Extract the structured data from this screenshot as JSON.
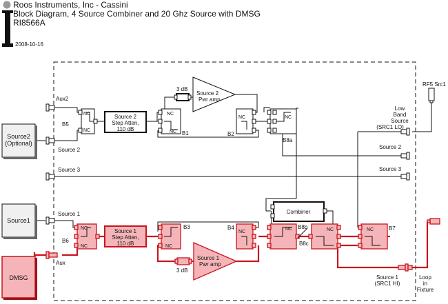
{
  "header": {
    "company": "Roos Instruments, Inc - Cassini",
    "title": "Block Diagram, 4 Source Combiner and 20 Ghz Source with DMSG",
    "part_number": "RI8566A",
    "date": "2008-10-16"
  },
  "external": {
    "source2": "Source2",
    "source2_note": "(Optional)",
    "source1": "Source1",
    "dmsg": "DMSG"
  },
  "ports_left": {
    "aux2": "Aux2",
    "source2": "Source 2",
    "source3": "Source 3",
    "source1": "Source 1",
    "aux": "Aux"
  },
  "switches": {
    "b5": "B5",
    "b1": "B1",
    "b2": "B2",
    "b8a": "B8a",
    "b6": "B6",
    "b3": "B3",
    "b4": "B4",
    "b8b": "B8b",
    "b8c": "B8c",
    "b7": "B7",
    "nc": "NC"
  },
  "blocks": {
    "atten2": [
      "Source 2",
      "Step Atten,",
      "110 dB"
    ],
    "atten1": [
      "Source 1",
      "Step Atten,",
      "110 dB"
    ],
    "amp2": [
      "Source 2",
      "Pwr amp"
    ],
    "amp1": [
      "Source 1",
      "Pwr amp"
    ],
    "pad": "3 dB",
    "combiner": "Combiner"
  },
  "ports_right": {
    "rf5": "RF5 Src1",
    "low_band": [
      "Low",
      "Band",
      "Source",
      "(SRC1 LO)"
    ],
    "source2": "Source 2",
    "source3": "Source 3",
    "source1_hi": [
      "Source 1",
      "(SRC1 HI)"
    ],
    "loop": [
      "Loop",
      "in",
      "Fixture"
    ]
  },
  "colors": {
    "line": "#111111",
    "signal_path": "#c8141e",
    "highlight_fill": "#f5b5b8",
    "logo": "#999999"
  }
}
